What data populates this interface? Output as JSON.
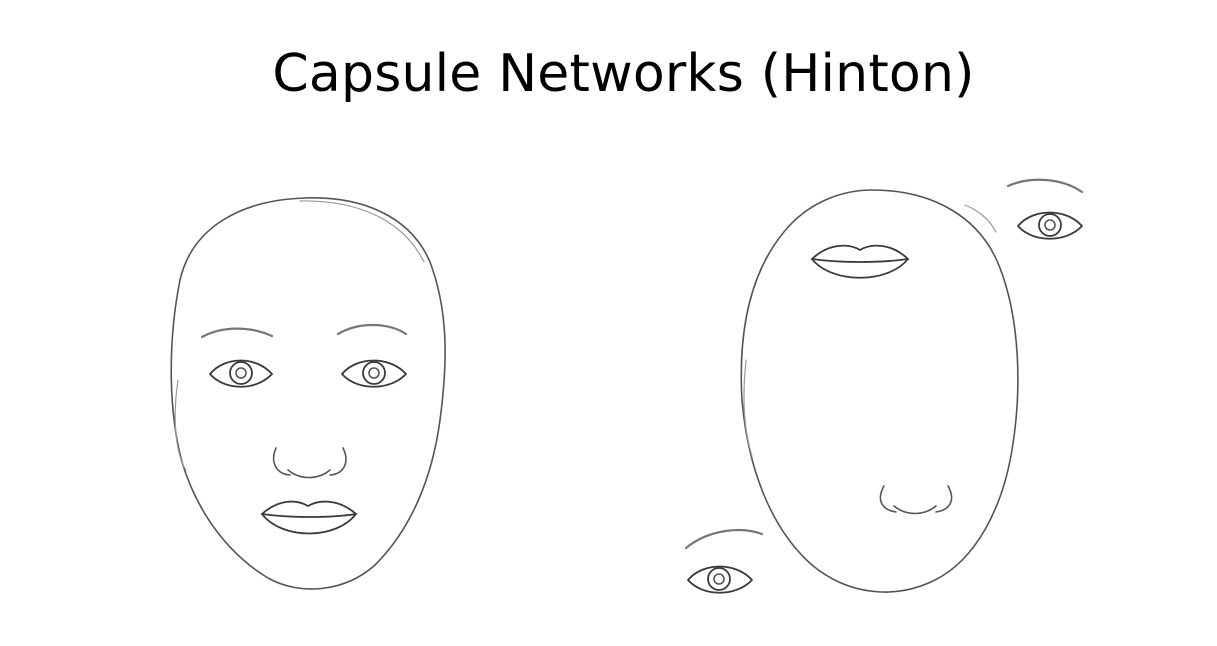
{
  "slide": {
    "title": "Capsule Networks (Hinton)"
  },
  "illustration": {
    "left_face": "normal-face",
    "right_face": "scrambled-face"
  },
  "colors": {
    "background": "#ffffff",
    "text": "#000000",
    "sketch": "#555555"
  }
}
